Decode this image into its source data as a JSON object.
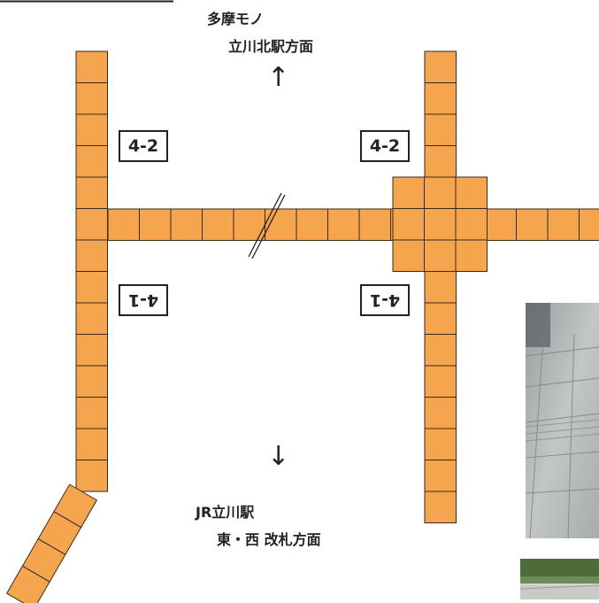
{
  "north_direction": {
    "line1": "多摩モノ",
    "line2": "立川北駅方面",
    "arrow": "↑"
  },
  "south_direction": {
    "line1": "JR立川駅",
    "line2": "東・西 改札方面",
    "arrow": "↓"
  },
  "exits": {
    "upper_left": "4-2",
    "upper_right": "4-2",
    "lower_left": "4-1",
    "lower_right": "4-1"
  },
  "colors": {
    "tile": "#F6A54F",
    "tile_border": "#3a2a1a",
    "line": "#222222",
    "pavement": "#b9bcbd"
  }
}
